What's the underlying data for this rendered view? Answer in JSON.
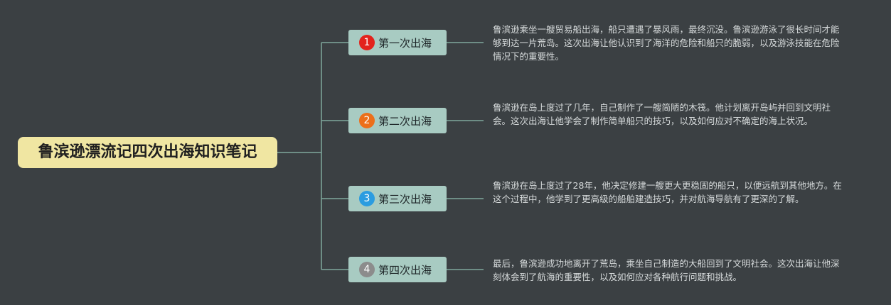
{
  "root": {
    "title": "鲁滨逊漂流记四次出海知识笔记"
  },
  "branches": [
    {
      "number": "1",
      "label": "第一次出海",
      "badge_color": "#e3231c",
      "note": "鲁滨逊乘坐一艘贸易船出海，船只遭遇了暴风雨，最终沉没。鲁滨逊游泳了很长时间才能够到达一片荒岛。这次出海让他认识到了海洋的危险和船只的脆弱，以及游泳技能在危险情况下的重要性。"
    },
    {
      "number": "2",
      "label": "第二次出海",
      "badge_color": "#ec6f1a",
      "note": "鲁滨逊在岛上度过了几年，自己制作了一艘简陋的木筏。他计划离开岛屿并回到文明社会。这次出海让他学会了制作简单船只的技巧，以及如何应对不确定的海上状况。"
    },
    {
      "number": "3",
      "label": "第三次出海",
      "badge_color": "#2b9ce0",
      "note": "鲁滨逊在岛上度过了28年，他决定修建一艘更大更稳固的船只，以便远航到其他地方。在这个过程中，他学到了更高级的船舶建造技巧，并对航海导航有了更深的了解。"
    },
    {
      "number": "4",
      "label": "第四次出海",
      "badge_color": "#8c8c8c",
      "note": "最后，鲁滨逊成功地离开了荒岛，乘坐自己制造的大船回到了文明社会。这次出海让他深刻体会到了航海的重要性，以及如何应对各种航行问题和挑战。"
    }
  ],
  "colors": {
    "background": "#3b4043",
    "connector": "#7fa79d",
    "root_fill": "#f0e6a2",
    "branch_fill": "#a8cbc2"
  }
}
